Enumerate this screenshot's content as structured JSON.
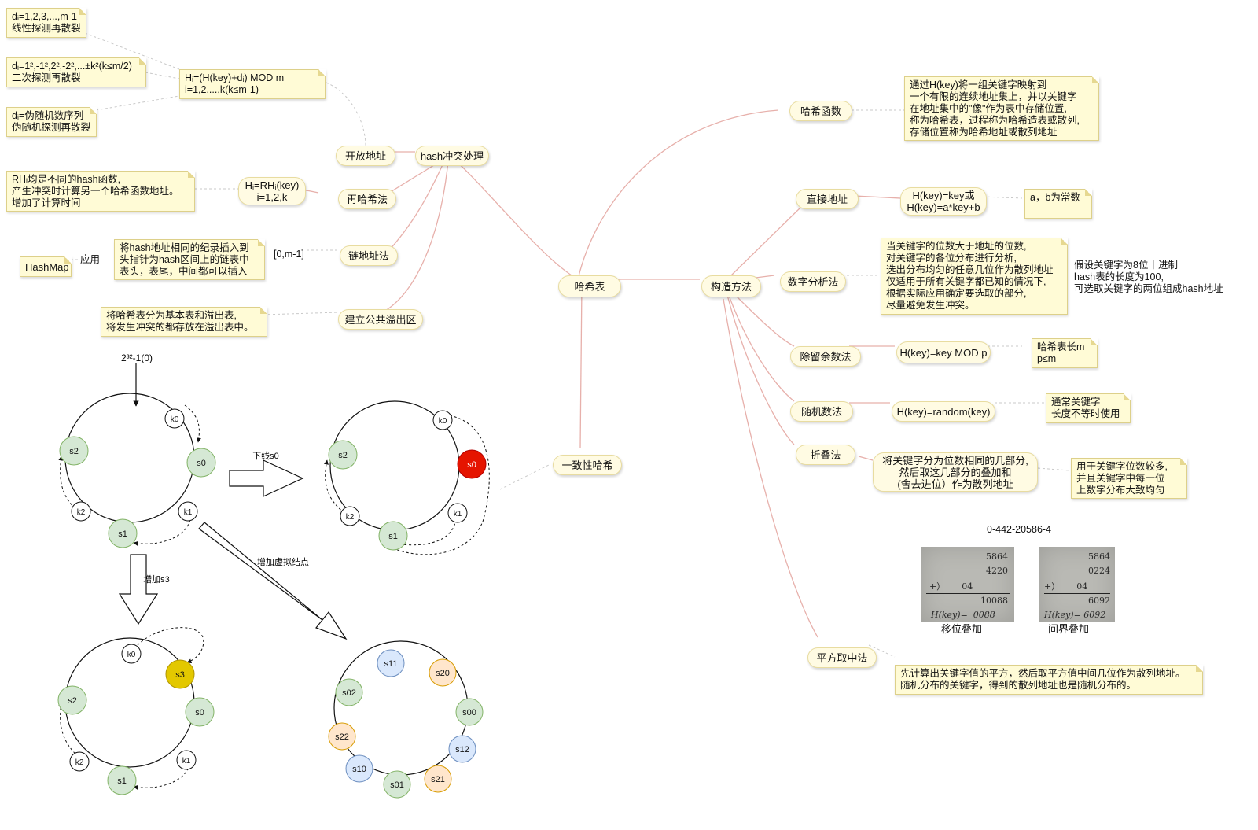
{
  "central": "哈希表",
  "branches": {
    "collision": "hash冲突处理",
    "construction": "构造方法",
    "hash_function": "哈希函数",
    "consistent": "一致性哈希"
  },
  "collision": {
    "open_address": "开放地址",
    "open_formula": "Hᵢ=(H(key)+dᵢ) MOD m\ni=1,2,...,k(k≤m-1)",
    "linear": "dᵢ=1,2,3,...,m-1\n线性探测再散裂",
    "quadratic": "dᵢ=1²,-1²,2²,-2²,...±k²(k≤m/2)\n二次探测再散裂",
    "random_probe": "dᵢ=伪随机数序列\n伪随机探测再散裂",
    "rehash": "再哈希法",
    "rehash_formula": "Hᵢ=RHᵢ(key)\ni=1,2,k",
    "rehash_note": "RHᵢ均是不同的hash函数,\n产生冲突时计算另一个哈希函数地址。\n增加了计算时间",
    "chaining": "链地址法",
    "chaining_range": "[0,m-1]",
    "chaining_note": "将hash地址相同的纪录插入到\n头指针为hash区间上的链表中\n表头，表尾，中间都可以插入",
    "application_label": "应用",
    "hashmap": "HashMap",
    "overflow": "建立公共溢出区",
    "overflow_note": "将哈希表分为基本表和溢出表,\n将发生冲突的都存放在溢出表中。"
  },
  "hash_function_note": "通过H(key)将一组关键字映射到\n一个有限的连续地址集上，并以关键字\n在地址集中的\"像\"作为表中存储位置,\n称为哈希表，过程称为哈希造表或散列,\n存储位置称为哈希地址或散列地址",
  "construction": {
    "direct": "直接地址",
    "direct_formula": "H(key)=key或\nH(key)=a*key+b",
    "direct_note": "a，b为常数",
    "digit": "数字分析法",
    "digit_note": "当关键字的位数大于地址的位数,\n对关键字的各位分布进行分析,\n选出分布均匀的任意几位作为散列地址\n仅适用于所有关键字都已知的情况下,\n根据实际应用确定要选取的部分,\n尽量避免发生冲突。",
    "digit_example": "假设关键字为8位十进制\nhash表的长度为100,\n可选取关键字的两位组成hash地址",
    "division": "除留余数法",
    "division_formula": "H(key)=key MOD p",
    "division_note": "哈希表长m\np≤m",
    "random": "随机数法",
    "random_formula": "H(key)=random(key)",
    "random_note": "通常关键字\n长度不等时使用",
    "folding": "折叠法",
    "folding_desc": "将关键字分为位数相同的几部分,\n然后取这几部分的叠加和\n(舍去进位）作为散列地址",
    "folding_note": "用于关键字位数较多,\n并且关键字中每一位\n上数字分布大致均匀",
    "folding_example": "0-442-20586-4",
    "shift_caption": "移位叠加",
    "boundary_caption": "间界叠加",
    "shift_lines": [
      "5864",
      "4220",
      "+）      04",
      "10088",
      "H(key)=  0088"
    ],
    "boundary_lines": [
      "5864",
      "0224",
      "+）      04",
      "6092",
      "H(key)= 6092"
    ],
    "midsquare": "平方取中法",
    "midsquare_note": "先计算出关键字值的平方，然后取平方值中间几位作为散列地址。\n随机分布的关键字，得到的散列地址也是随机分布的。"
  },
  "consistent": {
    "top_label": "2³²-1(0)",
    "offline_label": "下线s0",
    "add_label": "增加s3",
    "virtual_label": "增加虚拟结点",
    "ring1": {
      "k0": "k0",
      "s0": "s0",
      "k1": "k1",
      "s1": "s1",
      "k2": "k2",
      "s2": "s2"
    },
    "ring2": {
      "k0": "k0",
      "s0": "s0",
      "k1": "k1",
      "s1": "s1",
      "k2": "k2",
      "s2": "s2"
    },
    "ring3": {
      "k0": "k0",
      "s3": "s3",
      "s0": "s0",
      "k1": "k1",
      "s1": "s1",
      "k2": "k2",
      "s2": "s2"
    },
    "ring4": [
      "s11",
      "s20",
      "s00",
      "s12",
      "s21",
      "s01",
      "s10",
      "s22",
      "s02"
    ],
    "colors": {
      "green": "#d5e8d4",
      "red": "#e51400",
      "yellow": "#e3c800",
      "blue": "#dae8fc",
      "orange": "#ffe6cc"
    }
  }
}
